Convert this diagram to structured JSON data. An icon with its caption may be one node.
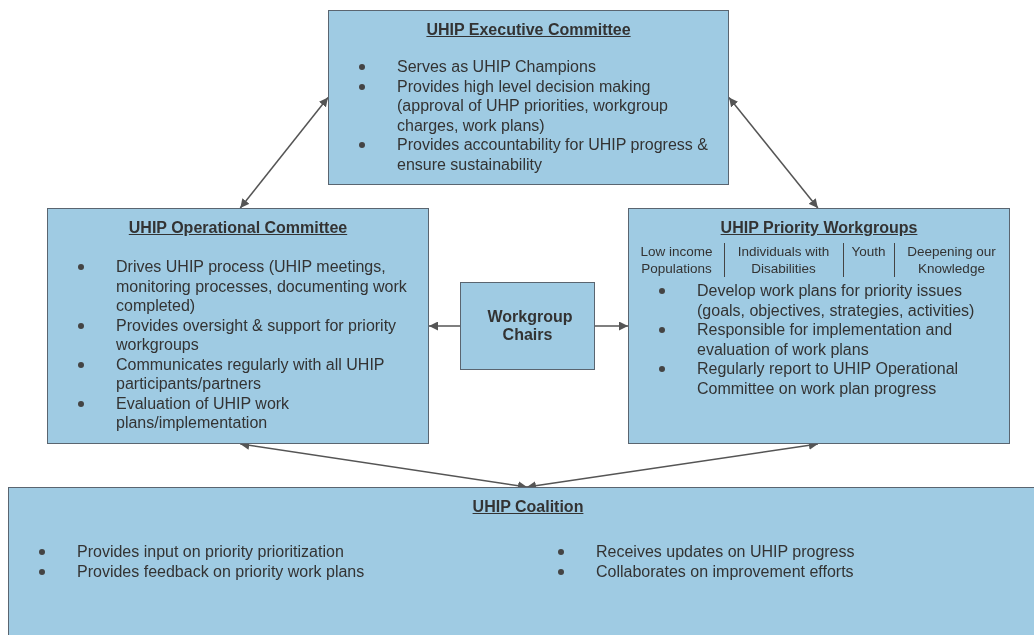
{
  "diagram": {
    "nodes": [
      {
        "text": [
          "UHIP Executive Committee",
          "Serves as UHIP Champions",
          "Provides high level decision making (approval of UHP priorities, workgroup charges, work plans)",
          "Provides accountability for UHIP progress & ensure sustainability"
        ]
      },
      {
        "text": [
          "UHIP Operational Committee",
          "Drives UHIP process (UHIP meetings, monitoring processes, documenting work completed)",
          "Provides oversight & support for priority workgroups",
          "Communicates regularly with all UHIP participants/partners",
          "Evaluation of UHIP work plans/implementation"
        ]
      },
      {
        "text": [
          "Workgroup Chairs"
        ]
      },
      {
        "text": [
          "UHIP Priority Workgroups",
          "Develop work plans for priority issues (goals, objectives, strategies, activities)",
          "Responsible for implementation and evaluation of work plans",
          "Regularly report to UHIP Operational Committee on work plan progress"
        ]
      },
      {
        "text": [
          "Low income Populations"
        ],
        "in": 3
      },
      {
        "text": [
          "Individuals with Disabilities"
        ],
        "in": 3
      },
      {
        "text": [
          "Youth"
        ],
        "in": 3
      },
      {
        "text": [
          "Deepening our Knowledge"
        ],
        "in": 3
      },
      {
        "text": [
          "UHIP Coalition",
          "Provides input on priority prioritization",
          "Provides feedback on priority work plans",
          "Receives updates on UHIP progress",
          "Collaborates on improvement efforts"
        ]
      }
    ],
    "edges": [
      {
        "from": 0,
        "to": 1,
        "arrow": "both"
      },
      {
        "from": 0,
        "to": 3,
        "arrow": "both"
      },
      {
        "from": 2,
        "to": 1,
        "arrow": "to"
      },
      {
        "from": 2,
        "to": 3,
        "arrow": "to"
      },
      {
        "from": 1,
        "to": 8,
        "arrow": "both"
      },
      {
        "from": 3,
        "to": 8,
        "arrow": "both"
      }
    ]
  }
}
